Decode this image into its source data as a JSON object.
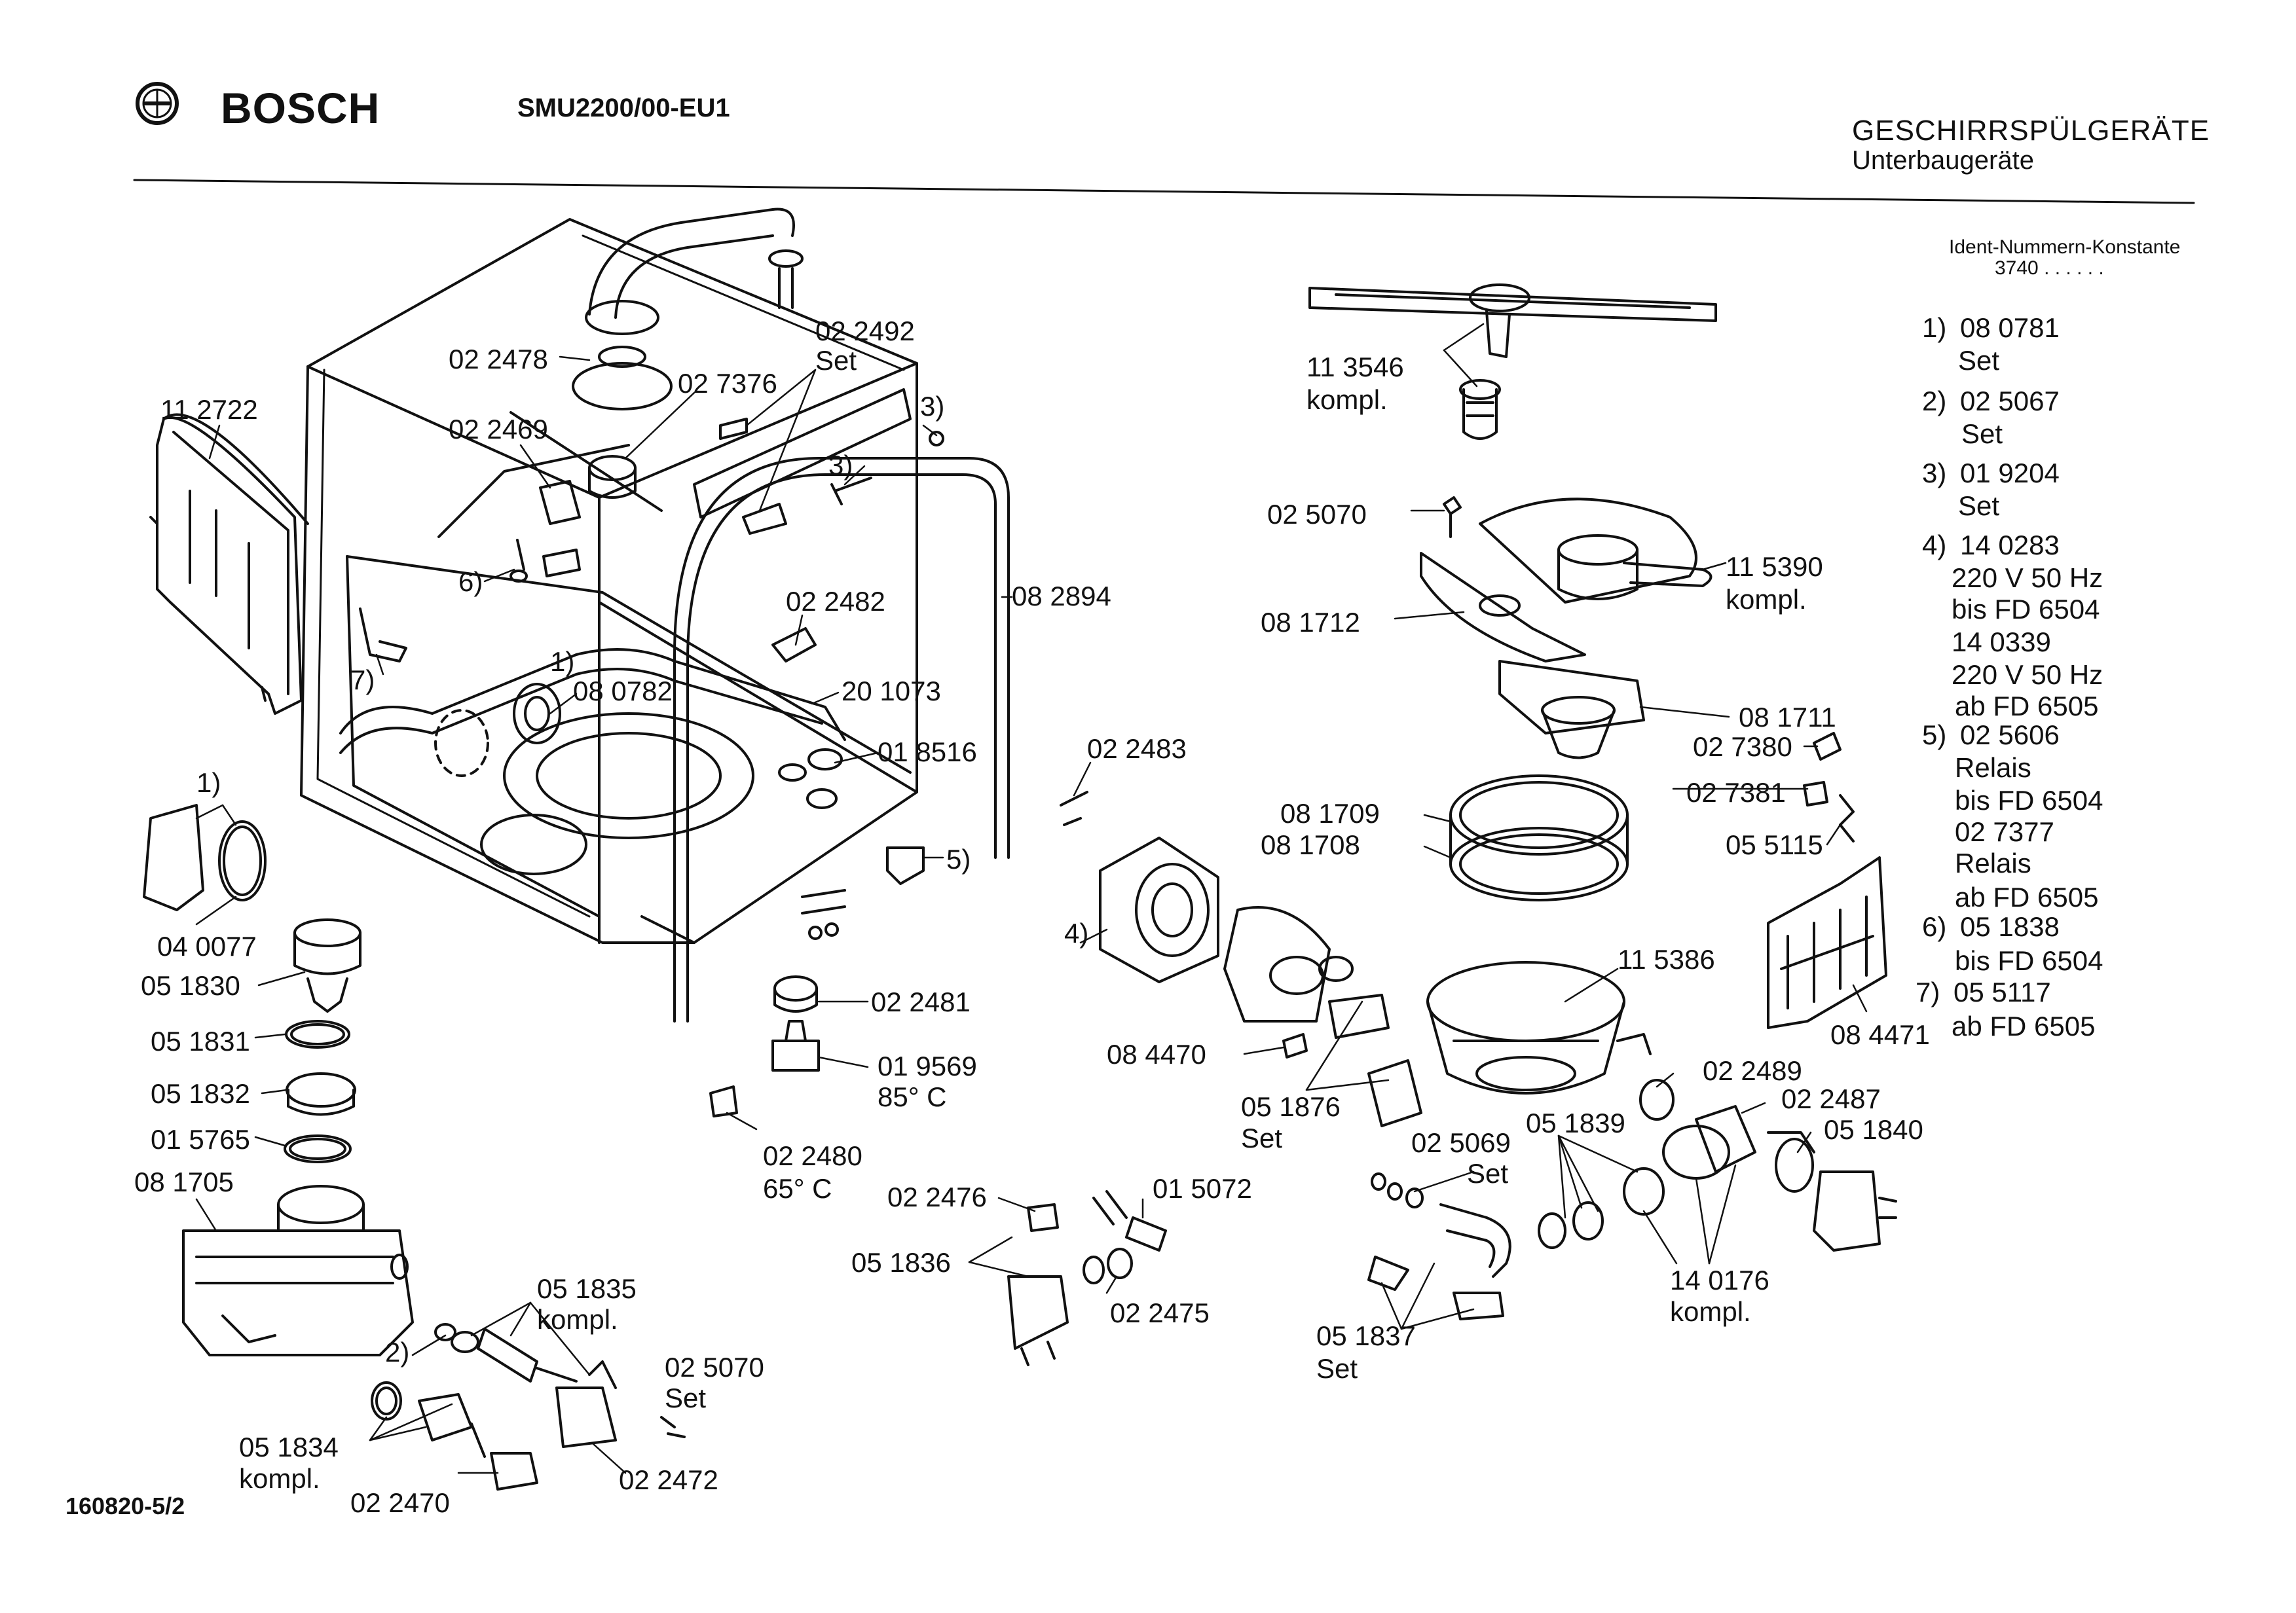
{
  "header": {
    "brand": "BOSCH",
    "model": "SMU2200/00-EU1",
    "category": "GESCHIRRSPÜLGERÄTE",
    "subcategory": "Unterbaugeräte",
    "ident_heading": "Ident-Nummern-Konstante",
    "ident_value": "3740  . .   . . . .",
    "doc_number": "160820-5/2"
  },
  "legend": [
    {
      "num": "1)",
      "text": "08 0781"
    },
    {
      "num": "",
      "text": "Set"
    },
    {
      "num": "2)",
      "text": "02 5067"
    },
    {
      "num": "",
      "text": "Set"
    },
    {
      "num": "3)",
      "text": "01 9204"
    },
    {
      "num": "",
      "text": "Set"
    },
    {
      "num": "4)",
      "text": "14 0283"
    },
    {
      "num": "",
      "text": "220 V 50 Hz"
    },
    {
      "num": "",
      "text": "bis FD 6504"
    },
    {
      "num": "",
      "text": "14 0339"
    },
    {
      "num": "",
      "text": "220 V 50 Hz"
    },
    {
      "num": "",
      "text": "ab FD 6505"
    },
    {
      "num": "5)",
      "text": "02 5606"
    },
    {
      "num": "",
      "text": "Relais"
    },
    {
      "num": "",
      "text": "bis FD 6504"
    },
    {
      "num": "",
      "text": "02 7377"
    },
    {
      "num": "",
      "text": "Relais"
    },
    {
      "num": "",
      "text": "ab FD 6505"
    },
    {
      "num": "6)",
      "text": "05 1838"
    },
    {
      "num": "",
      "text": "bis FD 6504"
    },
    {
      "num": "7)",
      "text": "05 5117"
    },
    {
      "num": "",
      "text": "ab FD 6505"
    }
  ],
  "parts": [
    {
      "text": "02 2478"
    },
    {
      "text": "02 2492"
    },
    {
      "text": "Set"
    },
    {
      "text": "02 7376"
    },
    {
      "text": "11 2722"
    },
    {
      "text": "02 2469"
    },
    {
      "text": "3)"
    },
    {
      "text": "3)"
    },
    {
      "text": "6)"
    },
    {
      "text": "08 2894"
    },
    {
      "text": "02 2482"
    },
    {
      "text": "7)"
    },
    {
      "text": "1)"
    },
    {
      "text": "08 0782"
    },
    {
      "text": "20 1073"
    },
    {
      "text": "01 8516"
    },
    {
      "text": "1)"
    },
    {
      "text": "5)"
    },
    {
      "text": "04 0077"
    },
    {
      "text": "05 1830"
    },
    {
      "text": "02 2481"
    },
    {
      "text": "05 1831"
    },
    {
      "text": "01 9569"
    },
    {
      "text": "85° C"
    },
    {
      "text": "05 1832"
    },
    {
      "text": "01 5765"
    },
    {
      "text": "02 2480"
    },
    {
      "text": "65° C"
    },
    {
      "text": "08 1705"
    },
    {
      "text": "02 2476"
    },
    {
      "text": "01 5072"
    },
    {
      "text": "05 1836"
    },
    {
      "text": "02 2475"
    },
    {
      "text": "05 1835"
    },
    {
      "text": "kompl."
    },
    {
      "text": "2)"
    },
    {
      "text": "02 5070"
    },
    {
      "text": "Set"
    },
    {
      "text": "05 1834"
    },
    {
      "text": "kompl."
    },
    {
      "text": "02 2470"
    },
    {
      "text": "02 2472"
    },
    {
      "text": "11 3546"
    },
    {
      "text": "kompl."
    },
    {
      "text": "02 5070"
    },
    {
      "text": "11 5390"
    },
    {
      "text": "kompl."
    },
    {
      "text": "08 1712"
    },
    {
      "text": "08 1711"
    },
    {
      "text": "02 7380"
    },
    {
      "text": "02 2483"
    },
    {
      "text": "02 7381"
    },
    {
      "text": "08 1709"
    },
    {
      "text": "08 1708"
    },
    {
      "text": "05 5115"
    },
    {
      "text": "4)"
    },
    {
      "text": "11 5386"
    },
    {
      "text": "08 4471"
    },
    {
      "text": "08 4470"
    },
    {
      "text": "02 2489"
    },
    {
      "text": "02 2487"
    },
    {
      "text": "05 1876"
    },
    {
      "text": "Set"
    },
    {
      "text": "05 1839"
    },
    {
      "text": "05 1840"
    },
    {
      "text": "02 5069"
    },
    {
      "text": "Set"
    },
    {
      "text": "14 0176"
    },
    {
      "text": "kompl."
    },
    {
      "text": "05 1837"
    },
    {
      "text": "Set"
    }
  ]
}
